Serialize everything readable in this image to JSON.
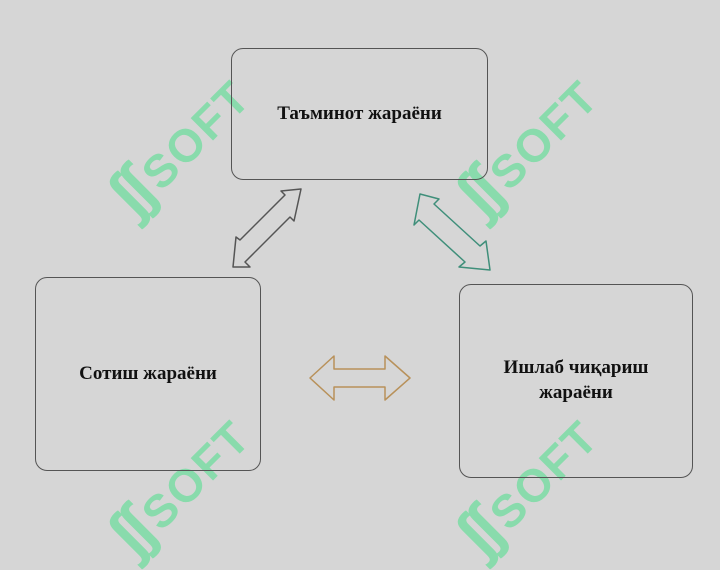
{
  "watermark": {
    "mark": "ʃʃ",
    "word": "SOFT"
  },
  "nodes": {
    "supply": "Таъминот жараёни",
    "sales": "Сотиш жараёни",
    "production": "Ишлаб чиқариш жараёни"
  },
  "colors": {
    "background": "#d6d6d6",
    "watermark": "#4be08a",
    "box_border": "#555555",
    "arrow_supply_sales": "#555555",
    "arrow_supply_production": "#3f8f7a",
    "arrow_sales_production": "#b8915a"
  }
}
